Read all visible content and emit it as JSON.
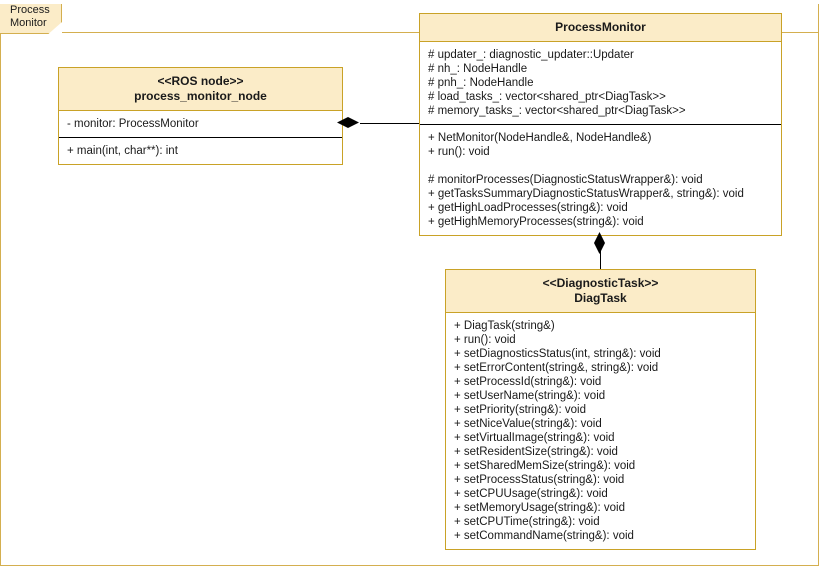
{
  "package": {
    "tab_label": "Process\nMonitor"
  },
  "diagram": {
    "type": "uml-class-diagram",
    "colors": {
      "header_fill": "#fbecc8",
      "border": "#c9a227",
      "package_border": "#d4af4f",
      "body_fill": "#ffffff",
      "text": "#1a1a1a",
      "connector": "#000000"
    },
    "classes": [
      {
        "id": "process_monitor_node",
        "stereotype": "<<ROS node>>",
        "name": "process_monitor_node",
        "header": "<<ROS node>>\nprocess_monitor_node",
        "attributes": [
          "- monitor: ProcessMonitor"
        ],
        "operations": [
          "+ main(int, char**): int"
        ]
      },
      {
        "id": "ProcessMonitor",
        "stereotype": "",
        "name": "ProcessMonitor",
        "header": "ProcessMonitor",
        "attributes": [
          "# updater_: diagnostic_updater::Updater",
          "# nh_: NodeHandle",
          "# pnh_: NodeHandle",
          "# load_tasks_: vector<shared_ptr<DiagTask>>",
          "# memory_tasks_: vector<shared_ptr<DiagTask>>"
        ],
        "operations": [
          "+ NetMonitor(NodeHandle&, NodeHandle&)",
          "+ run(): void",
          "",
          "# monitorProcesses(DiagnosticStatusWrapper&): void",
          "+ getTasksSummaryDiagnosticStatusWrapper&, string&): void",
          "+ getHighLoadProcesses(string&): void",
          "+ getHighMemoryProcesses(string&): void"
        ]
      },
      {
        "id": "DiagTask",
        "stereotype": "<<DiagnosticTask>>",
        "name": "DiagTask",
        "header": "<<DiagnosticTask>>\nDiagTask",
        "attributes": [],
        "operations": [
          "+ DiagTask(string&)",
          "+ run(): void",
          "+ setDiagnosticsStatus(int, string&): void",
          "+ setErrorContent(string&, string&): void",
          "+ setProcessId(string&): void",
          "+ setUserName(string&): void",
          "+ setPriority(string&): void",
          "+ setNiceValue(string&): void",
          "+ setVirtualImage(string&): void",
          "+ setResidentSize(string&): void",
          "+ setSharedMemSize(string&): void",
          "+ setProcessStatus(string&): void",
          "+ setCPUUsage(string&): void",
          "+ setMemoryUsage(string&): void",
          "+ setCPUTime(string&): void",
          "+ setCommandName(string&): void"
        ]
      }
    ],
    "relationships": [
      {
        "id": "node-to-monitor",
        "type": "composition",
        "source": "process_monitor_node",
        "target": "ProcessMonitor",
        "orientation": "horizontal"
      },
      {
        "id": "monitor-to-diagtask",
        "type": "composition",
        "source": "ProcessMonitor",
        "target": "DiagTask",
        "orientation": "vertical"
      }
    ]
  }
}
